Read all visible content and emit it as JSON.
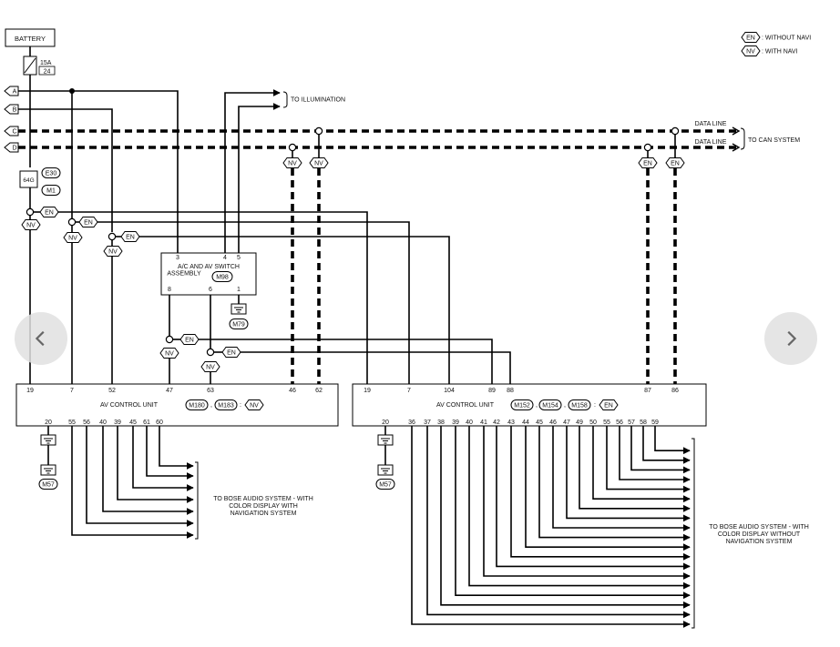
{
  "legend": [
    {
      "code": "EN",
      "text": ": WITHOUT NAVI"
    },
    {
      "code": "NV",
      "text": ": WITH NAVI"
    }
  ],
  "battery": {
    "label": "BATTERY",
    "fuse_rating": "15A",
    "fuse_number": "24"
  },
  "connectors": {
    "e30": "E30",
    "pin_64g": "64G",
    "m1": "M1"
  },
  "side_terminals": [
    "A",
    "B",
    "C",
    "D"
  ],
  "labels": {
    "to_illumination": "TO ILLUMINATION",
    "data_line_1": "DATA LINE",
    "data_line_2": "DATA LINE",
    "to_can": "TO CAN SYSTEM",
    "to_bose_left": [
      "TO BOSE AUDIO SYSTEM - WITH",
      "COLOR DISPLAY WITH",
      "NAVIGATION SYSTEM"
    ],
    "to_bose_right": [
      "TO BOSE AUDIO SYSTEM - WITH",
      "COLOR DISPLAY WITHOUT",
      "NAVIGATION SYSTEM"
    ]
  },
  "switch_assembly": {
    "name_line1": "A/C AND AV SWITCH",
    "name_line2": "ASSEMBLY",
    "connector": "M98",
    "ground": "M79",
    "top_pins": [
      "3",
      "4",
      "5"
    ],
    "bottom_pins": [
      "8",
      "6",
      "1"
    ]
  },
  "branch_tags": {
    "en": "EN",
    "nv": "NV"
  },
  "left_unit": {
    "title": "AV CONTROL UNIT",
    "connectors": [
      "M180",
      "M183"
    ],
    "variant": "NV",
    "top_pins": [
      "19",
      "7",
      "52",
      "47",
      "63",
      "46",
      "62"
    ],
    "bottom_pins": [
      "20",
      "55",
      "56",
      "40",
      "39",
      "45",
      "61",
      "60"
    ],
    "ground": "M57"
  },
  "right_unit": {
    "title": "AV CONTROL UNIT",
    "connectors": [
      "M152",
      "M154",
      "M158"
    ],
    "variant": "EN",
    "top_pins": [
      "19",
      "7",
      "104",
      "89",
      "88",
      "87",
      "86"
    ],
    "bottom_pins": [
      "20",
      "36",
      "37",
      "38",
      "39",
      "40",
      "41",
      "42",
      "43",
      "44",
      "45",
      "46",
      "47",
      "49",
      "50",
      "55",
      "56",
      "57",
      "58",
      "59"
    ],
    "ground": "M57"
  },
  "separators": {
    "between_connectors": ",",
    "colon": ":"
  }
}
